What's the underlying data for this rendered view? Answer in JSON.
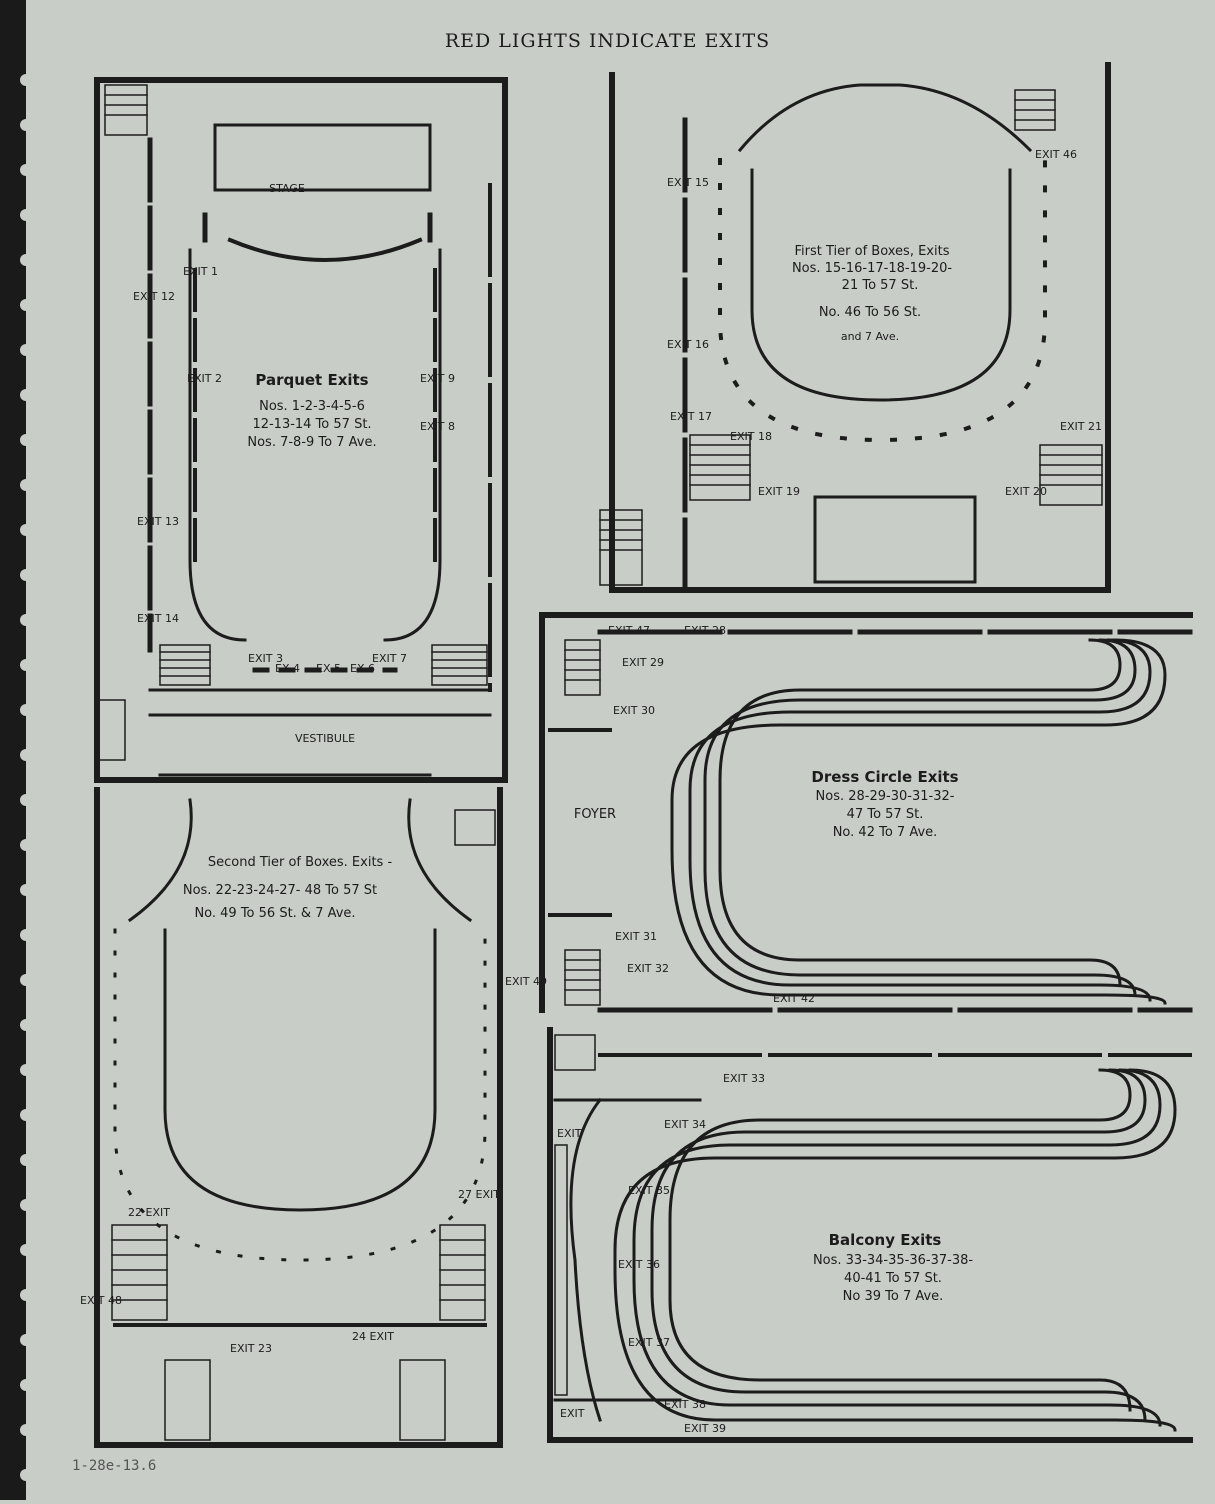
{
  "header": "RED LIGHTS INDICATE EXITS",
  "parquet": {
    "stage": "STAGE",
    "vestibule": "VESTIBULE",
    "title": "Parquet Exits",
    "lines": [
      "Nos. 1-2-3-4-5-6",
      "12-13-14 To 57 St.",
      "Nos. 7-8-9 To 7 Ave."
    ],
    "exits": [
      "EXIT 1",
      "EXIT 2",
      "EXIT 12",
      "EXIT 13",
      "EXIT 14",
      "EXIT 9",
      "EXIT 8",
      "EXIT 3",
      "EX 4",
      "EX 5",
      "EX 6",
      "EXIT 7"
    ]
  },
  "first_tier": {
    "title": "First Tier of Boxes, Exits",
    "lines": [
      "Nos. 15-16-17-18-19-20-",
      "21 To 57 St.",
      "No. 46 To 56 St.",
      "and 7 Ave."
    ],
    "exits": [
      "EXIT 15",
      "EXIT 16",
      "EXIT 17",
      "EXIT 18",
      "EXIT 19",
      "EXIT 20",
      "EXIT 21",
      "EXIT 46"
    ]
  },
  "second_tier": {
    "title": "Second Tier of Boxes. Exits -",
    "lines": [
      "Nos. 22-23-24-27- 48 To 57 St",
      "No. 49 To 56 St. & 7 Ave."
    ],
    "exits": [
      "22 EXIT",
      "27 EXIT",
      "EXIT 48",
      "EXIT 23",
      "24 EXIT",
      "EXIT 49"
    ]
  },
  "dress_circle": {
    "foyer": "FOYER",
    "title": "Dress Circle Exits",
    "lines": [
      "Nos. 28-29-30-31-32-",
      "47 To 57 St.",
      "No. 42 To 7 Ave."
    ],
    "exits": [
      "EXIT 47",
      "EXIT 28",
      "EXIT 29",
      "EXIT 30",
      "EXIT 31",
      "EXIT 32",
      "EXIT 42"
    ]
  },
  "balcony": {
    "title": "Balcony Exits",
    "lines": [
      "Nos. 33-34-35-36-37-38-",
      "40-41 To 57 St.",
      "No 39 To 7 Ave."
    ],
    "exits": [
      "EXIT 33",
      "EXIT 34",
      "EXIT 35",
      "EXIT 36",
      "EXIT 37",
      "EXIT 38",
      "EXIT 39",
      "EXIT",
      "EXIT"
    ]
  },
  "footer_note": "1-28e-13.6"
}
